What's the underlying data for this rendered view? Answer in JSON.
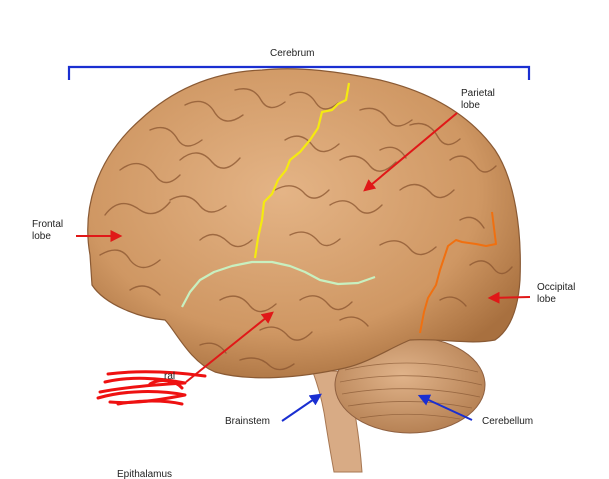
{
  "diagram": {
    "labels": {
      "cerebrum": "Cerebrum",
      "parietal": [
        "Parietal",
        "lobe"
      ],
      "frontal": [
        "Frontal",
        "lobe"
      ],
      "occipital": [
        "Occipital",
        "lobe"
      ],
      "temporal_partial": "ral",
      "brainstem": "Brainstem",
      "cerebellum": "Cerebellum",
      "epithalamus": "Epithalamus"
    },
    "colors": {
      "bracket": "#1a2fd1",
      "red_arrow": "#e01818",
      "blue_arrow": "#1a2fd1",
      "central_sulcus": "#f5ea10",
      "lateral_sulcus": "#c8f0c0",
      "parieto_occipital": "#f07010",
      "brain": "#d9a472",
      "brain_dark": "#8a5a34",
      "scribble": "#ee1111"
    }
  }
}
